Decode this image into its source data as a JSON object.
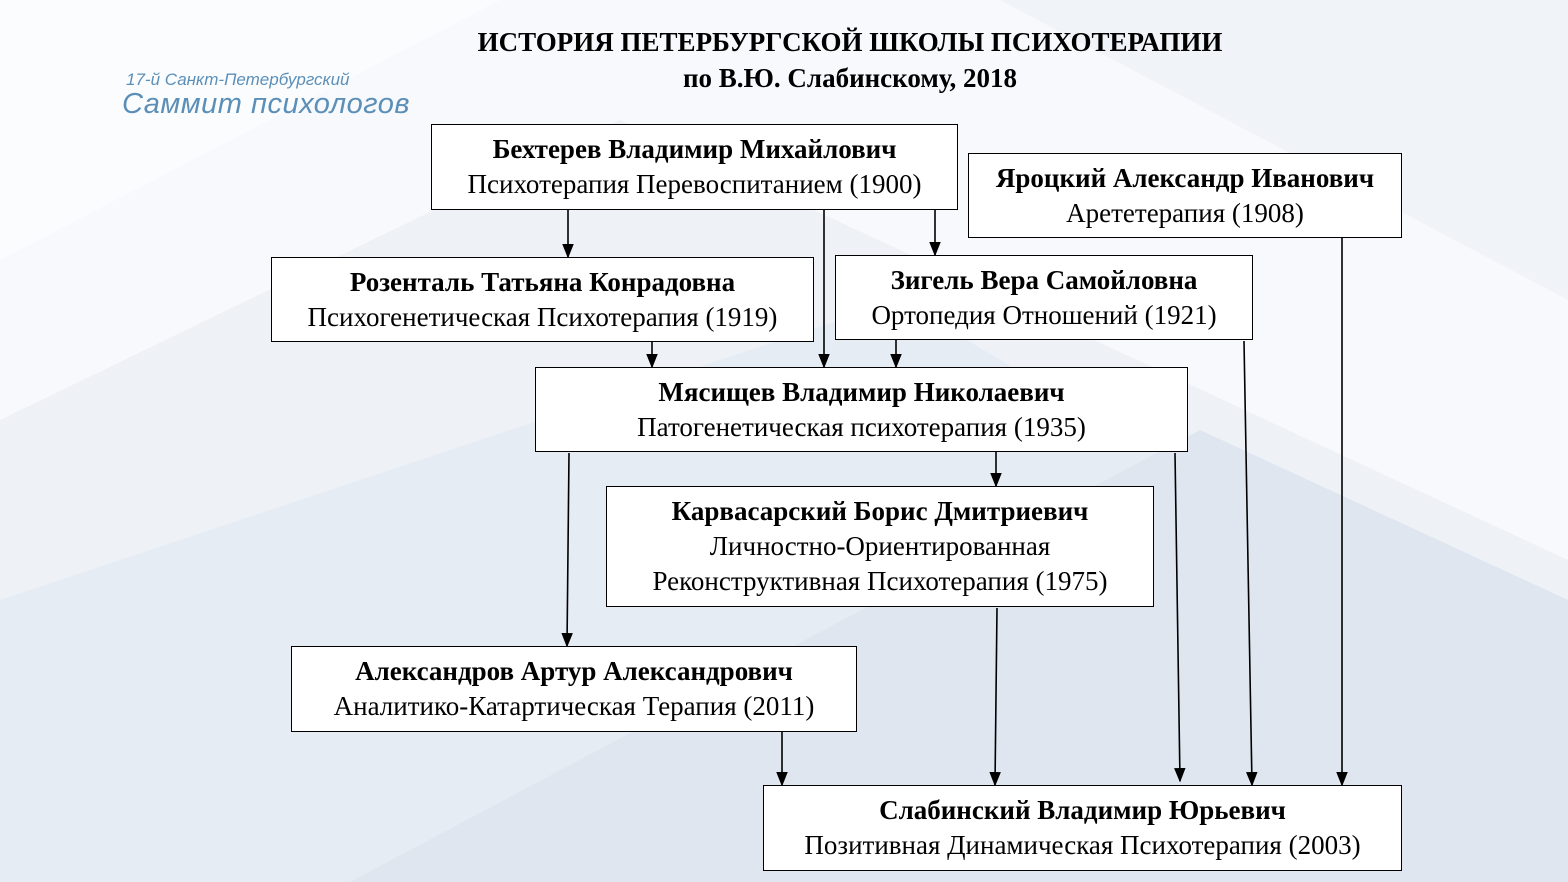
{
  "title": {
    "line1": "ИСТОРИЯ ПЕТЕРБУРГСКОЙ ШКОЛЫ ПСИХОТЕРАПИИ",
    "line2": "по В.Ю. Слабинскому, 2018"
  },
  "logo": {
    "line1": "17-й Санкт-Петербургский",
    "line2": "Саммит психологов"
  },
  "nodes": {
    "bekhterev": {
      "name": "Бехтерев Владимир Михайлович",
      "desc": "Психотерапия Перевоспитанием (1900)"
    },
    "yarotsky": {
      "name": "Яроцкий Александр Иванович",
      "desc": "Арететерапия (1908)"
    },
    "rozental": {
      "name": "Розенталь Татьяна Конрадовна",
      "desc": "Психогенетическая Психотерапия (1919)"
    },
    "zigel": {
      "name": "Зигель Вера Самойловна",
      "desc": "Ортопедия Отношений (1921)"
    },
    "myasishchev": {
      "name": "Мясищев Владимир Николаевич",
      "desc": "Патогенетическая психотерапия (1935)"
    },
    "karvasarsky": {
      "name": "Карвасарский Борис Дмитриевич",
      "desc1": "Личностно-Ориентированная",
      "desc2": "Реконструктивная Психотерапия (1975)"
    },
    "aleksandrov": {
      "name": "Александров Артур Александрович",
      "desc": "Аналитико-Катартическая Терапия (2011)"
    },
    "slabinsky": {
      "name": "Слабинский Владимир Юрьевич",
      "desc": "Позитивная Динамическая Психотерапия (2003)"
    }
  },
  "edges": [
    [
      "bekhterev",
      "rozental"
    ],
    [
      "bekhterev",
      "myasishchev"
    ],
    [
      "bekhterev",
      "zigel"
    ],
    [
      "rozental",
      "myasishchev"
    ],
    [
      "zigel",
      "myasishchev"
    ],
    [
      "myasishchev",
      "karvasarsky"
    ],
    [
      "myasishchev",
      "aleksandrov"
    ],
    [
      "myasishchev",
      "slabinsky"
    ],
    [
      "karvasarsky",
      "slabinsky"
    ],
    [
      "aleksandrov",
      "slabinsky"
    ],
    [
      "zigel",
      "slabinsky"
    ],
    [
      "yarotsky",
      "slabinsky"
    ]
  ],
  "colors": {
    "logo": "#5b8fb8",
    "line": "#000000"
  }
}
